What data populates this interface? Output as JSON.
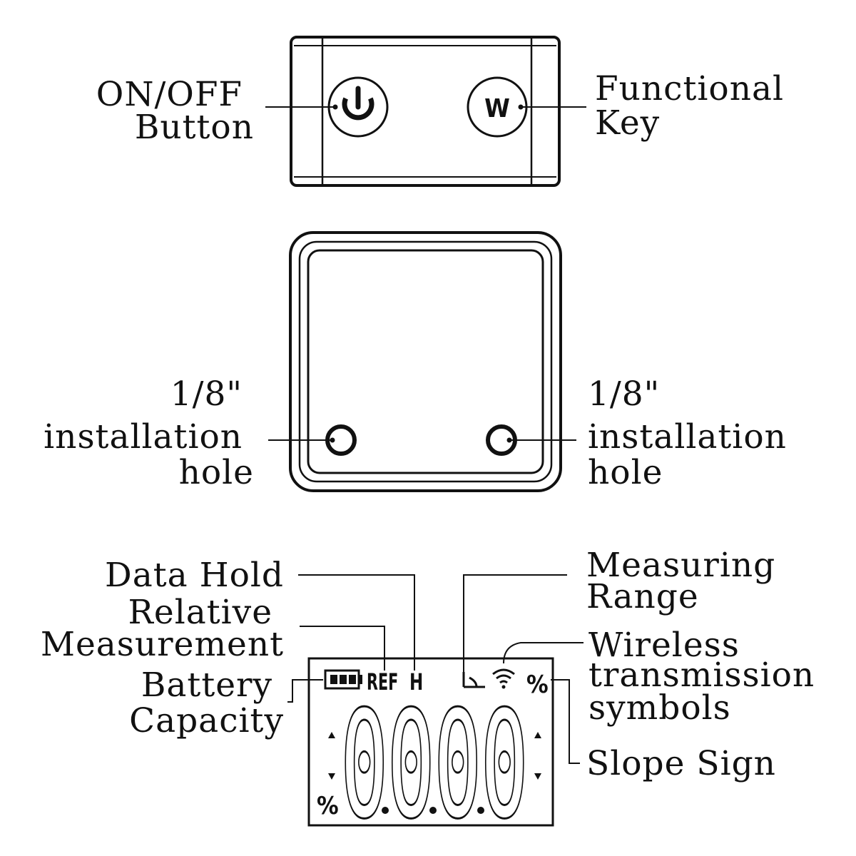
{
  "top_view": {
    "power_button_label": [
      "ON/OFF",
      "Button"
    ],
    "function_button_glyph": "W",
    "function_button_label": [
      "Functional",
      "Key"
    ]
  },
  "bottom_view": {
    "left_hole_label": [
      "1/8\"",
      "installation",
      "hole"
    ],
    "right_hole_label": [
      "1/8\"",
      "installation",
      "hole"
    ]
  },
  "lcd": {
    "ref_text": "REF",
    "hold_text": "H",
    "percent_text": "%",
    "digits": "0000",
    "callouts": {
      "data_hold": "Data Hold",
      "relative_measurement": [
        "Relative",
        "Measurement"
      ],
      "battery_capacity": [
        "Battery",
        "Capacity"
      ],
      "measuring_range": [
        "Measuring",
        "Range"
      ],
      "wireless": [
        "Wireless",
        "transmission",
        "symbols"
      ],
      "slope_sign": "Slope Sign"
    }
  }
}
